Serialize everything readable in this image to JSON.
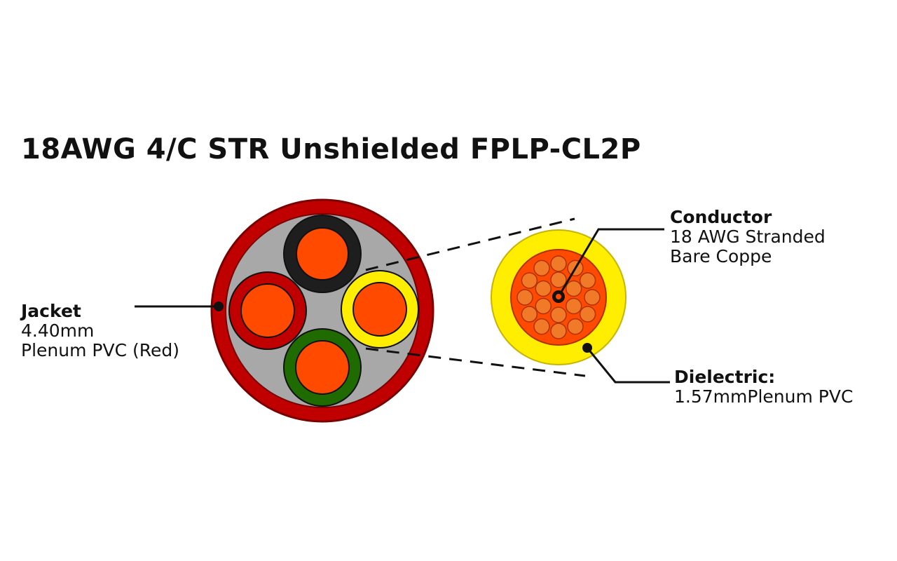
{
  "title": "18AWG 4/C STR Unshielded FPLP-CL2P",
  "labels": {
    "jacket": {
      "head": "Jacket",
      "lines": [
        "4.40mm",
        "Plenum PVC (Red)"
      ]
    },
    "conductor": {
      "head": "Conductor",
      "lines": [
        "18 AWG Stranded",
        "Bare Coppe"
      ]
    },
    "dielectric": {
      "head": "Dielectric:",
      "lines": [
        "1.57mmPlenum PVC"
      ]
    }
  },
  "colors": {
    "jacket": "#c00000",
    "jacket_edge": "#7a0000",
    "filler": "#a8a8a8",
    "copper": "#ff4a00",
    "insulation_black": "#1e1e1e",
    "insulation_red": "#c00000",
    "insulation_yellow": "#ffee00",
    "insulation_green": "#1f6b00",
    "strand": "#f07a28",
    "outline": "#111111"
  }
}
